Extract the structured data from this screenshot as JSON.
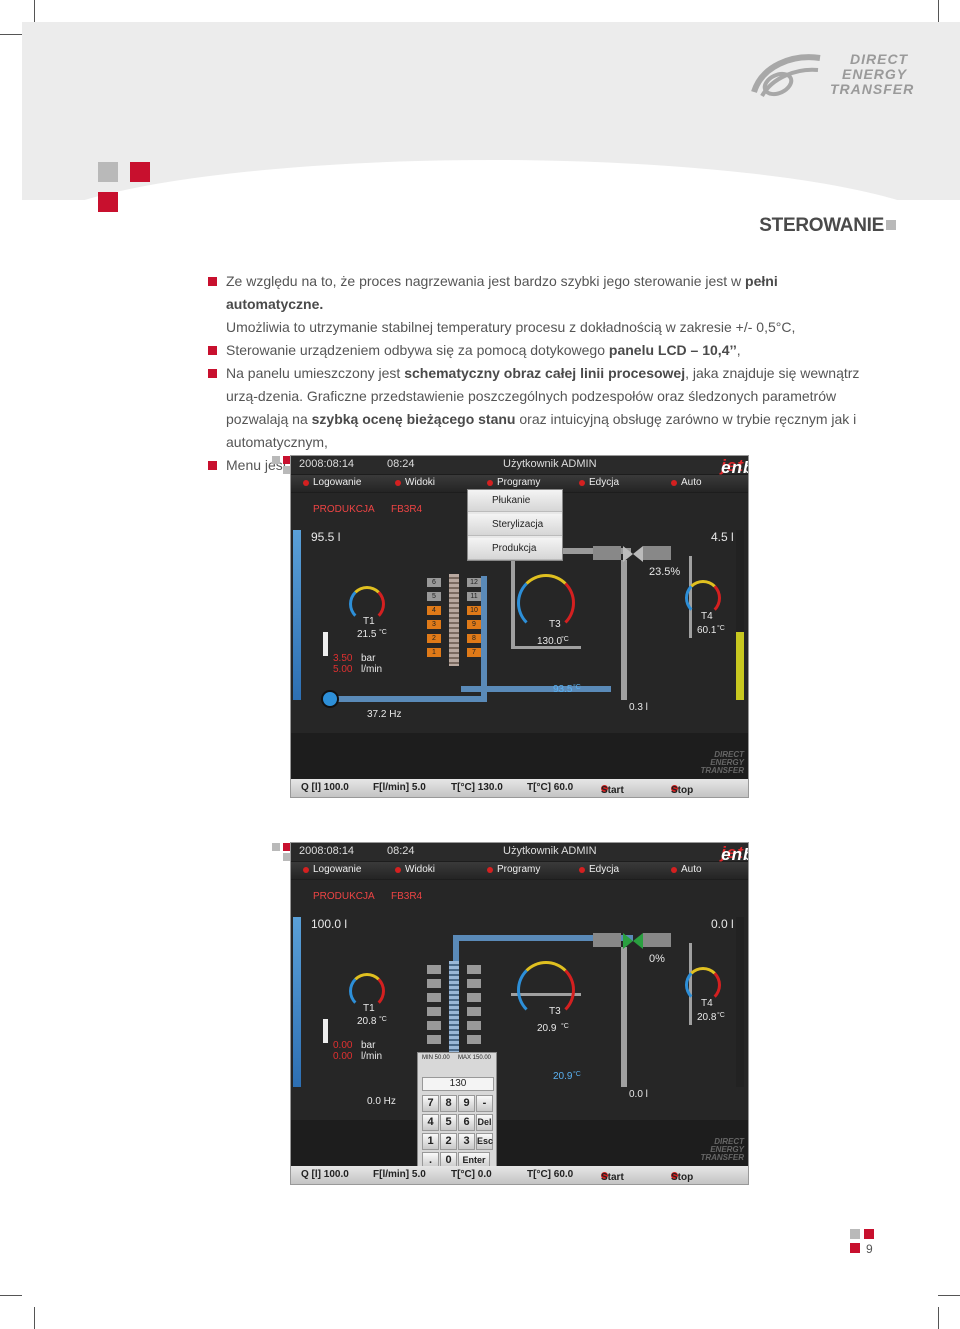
{
  "header": {
    "logo_line1": "DIRECT",
    "logo_line2": "ENERGY",
    "logo_line3": "TRANSFER",
    "section_title": "STEROWANIE"
  },
  "bullets": [
    {
      "before": "Ze względu na to, że proces nagrzewania jest bardzo szybki jego sterowanie jest w ",
      "bold": "pełni automatyczne.",
      "after": "",
      "line2": "Umożliwia to utrzymanie stabilnej temperatury procesu z dokładnością w zakresie +/- 0,5°C,"
    },
    {
      "before": "Sterowanie urządzeniem odbywa się za pomocą dotykowego ",
      "bold": "panelu LCD – 10,4’’",
      "after": ","
    },
    {
      "before": "Na panelu umieszczony jest ",
      "bold": "schematyczny obraz całej linii procesowej",
      "after": ", jaka znajduje się wewnątrz urzą-dzenia. Graficzne przedstawienie poszczególnych podzespołów oraz śledzonych parametrów pozwalają na ",
      "bold2": "szybką ocenę bieżącego stanu",
      "after2": " oraz intuicyjną obsługę zarówno w trybie ręcznym jak i automatycznym,"
    },
    {
      "before": "Menu jest dostępne w językach polskim, niemieckim i angielskim.",
      "bold": "",
      "after": ""
    }
  ],
  "screens": [
    {
      "date": "2008:08:14",
      "time": "08:24",
      "user": "Użytkownik ADMIN",
      "brand_a": "enbio",
      "brand_b": "jet",
      "menu": [
        "Logowanie",
        "Widoki",
        "Programy",
        "Edycja",
        "Auto"
      ],
      "mode": "PRODUKCJA",
      "recipe": "FB3R4",
      "dropdown": [
        "Płukanie",
        "Sterylizacja",
        "Produkcja"
      ],
      "level_left": "95.5 l",
      "level_right": "4.5 l",
      "valve_pct": "23.5%",
      "t1_label": "T1",
      "t1": "21.5",
      "t3_label": "T3",
      "t3": "130.0",
      "t4_label": "T4",
      "t4": "60.1",
      "pressure": "3.50",
      "pressure_unit": "bar",
      "flow": "5.00",
      "flow_unit": "l/min",
      "pipe_temp": "93.5",
      "freq": "37.2 Hz",
      "out_vol": "0.3 l",
      "heater_left": [
        "6",
        "5",
        "4",
        "3",
        "2",
        "1"
      ],
      "heater_right": [
        "12",
        "11",
        "10",
        "9",
        "8",
        "7"
      ],
      "status": [
        "Q [l] 100.0",
        "F[l/min] 5.0",
        "T[°C] 130.0",
        "T[°C] 60.0",
        "Start",
        "Stop"
      ],
      "det_logo": "DIRECT ENERGY TRANSFER"
    },
    {
      "date": "2008:08:14",
      "time": "08:24",
      "user": "Użytkownik ADMIN",
      "brand_a": "enbio",
      "brand_b": "jet",
      "menu": [
        "Logowanie",
        "Widoki",
        "Programy",
        "Edycja",
        "Auto"
      ],
      "mode": "PRODUKCJA",
      "recipe": "FB3R4",
      "level_left": "100.0 l",
      "level_right": "0.0 l",
      "valve_pct": "0%",
      "t1_label": "T1",
      "t1": "20.8",
      "t3_label": "T3",
      "t3": "20.9",
      "t4_label": "T4",
      "t4": "20.8",
      "pressure": "0.00",
      "pressure_unit": "bar",
      "flow": "0.00",
      "flow_unit": "l/min",
      "pipe_temp": "20.9",
      "freq": "0.0 Hz",
      "out_vol": "0.0 l",
      "keypad_display": "130",
      "keypad_min": "MIN 50.00",
      "keypad_max": "MAX 150.00",
      "keys": [
        "7",
        "8",
        "9",
        "-",
        "4",
        "5",
        "6",
        "Del",
        "1",
        "2",
        "3",
        "Esc",
        ".",
        "0",
        "Enter"
      ],
      "status": [
        "Q [l] 100.0",
        "F[l/min] 5.0",
        "T[°C] 0.0",
        "T[°C] 60.0",
        "Start",
        "Stop"
      ],
      "det_logo": "DIRECT ENERGY TRANSFER"
    }
  ],
  "page_number": "9",
  "colors": {
    "accent": "#c8102e",
    "gray": "#b9b9b9"
  }
}
